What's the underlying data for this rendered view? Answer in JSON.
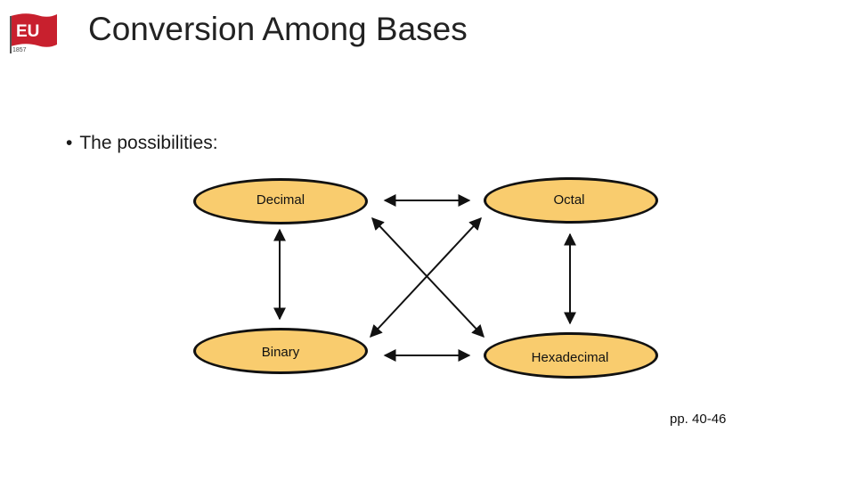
{
  "slide": {
    "title": "Conversion Among Bases",
    "logo": {
      "icon": "eu-flag-logo-icon",
      "text": "EU",
      "year": "1857",
      "color": "#c8202e"
    },
    "bullet": {
      "symbol": "•",
      "text": "The possibilities:"
    },
    "footnote": "pp. 40-46"
  },
  "diagram": {
    "node_fill": "#f9cc6e",
    "node_stroke": "#111111",
    "nodes": {
      "decimal": "Decimal",
      "octal": "Octal",
      "binary": "Binary",
      "hexadecimal": "Hexadecimal"
    },
    "connections": [
      {
        "from": "Decimal",
        "to": "Octal",
        "bidirectional": true
      },
      {
        "from": "Decimal",
        "to": "Binary",
        "bidirectional": true
      },
      {
        "from": "Octal",
        "to": "Hexadecimal",
        "bidirectional": true
      },
      {
        "from": "Binary",
        "to": "Hexadecimal",
        "bidirectional": true
      },
      {
        "from": "Decimal",
        "to": "Hexadecimal",
        "bidirectional": true
      },
      {
        "from": "Octal",
        "to": "Binary",
        "bidirectional": true
      }
    ]
  }
}
